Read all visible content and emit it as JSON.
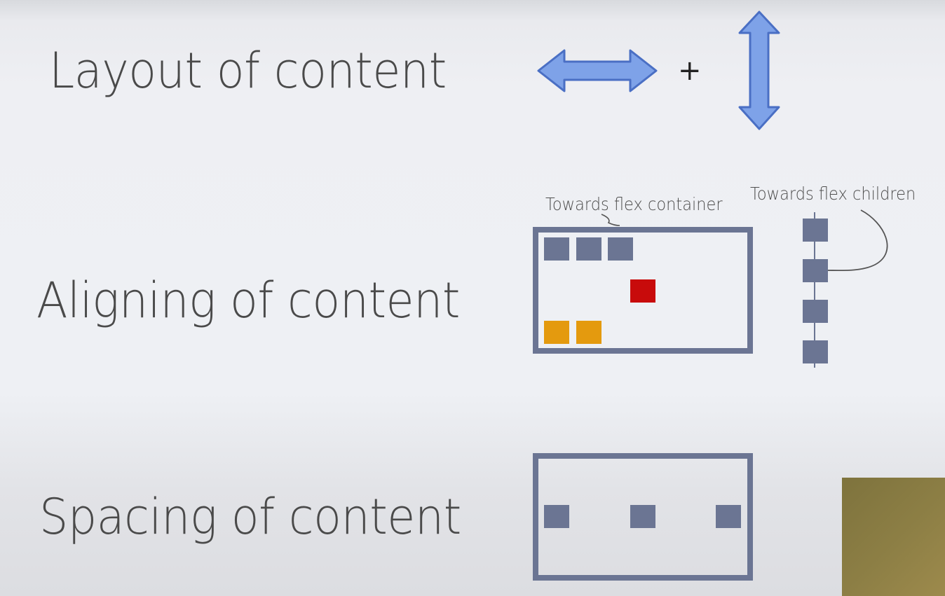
{
  "slide": {
    "rows": [
      {
        "title": "Layout of content",
        "plus": "+"
      },
      {
        "title": "Aligning of content"
      },
      {
        "title": "Spacing of content"
      }
    ]
  },
  "callouts": {
    "container": "Towards flex container",
    "children": "Towards flex children"
  },
  "colors": {
    "arrow_fill": "#7ea2e8",
    "arrow_stroke": "#4a6fc4",
    "box_border": "#6b7593",
    "item_gray": "#6b7593",
    "item_red": "#c80b0b",
    "item_orange": "#e49a0e",
    "title_text": "#4a4a4a"
  },
  "icons": {
    "horizontal": "double-arrow-horizontal-icon",
    "vertical": "double-arrow-vertical-icon"
  }
}
